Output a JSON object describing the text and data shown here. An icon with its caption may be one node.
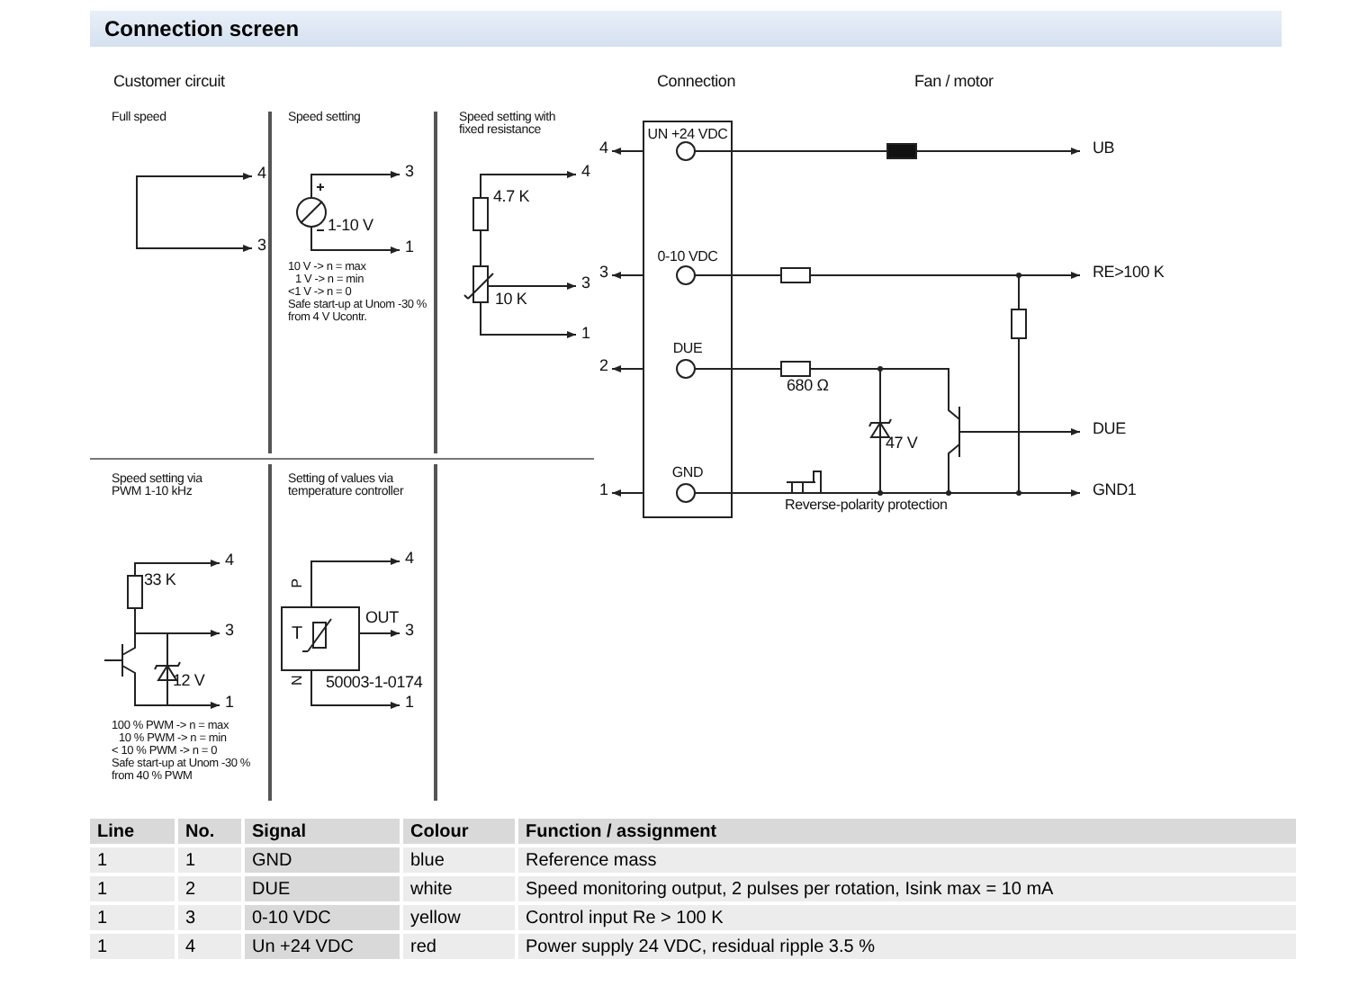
{
  "diagram": {
    "title": "Connection screen",
    "nodes": [
      {
        "text": [
          "UN +24 VDC",
          "0-10 VDC",
          "DUE",
          "GND"
        ]
      },
      {
        "text": [
          "T"
        ],
        "beside": [
          "P",
          "OUT",
          "N"
        ]
      }
    ],
    "labels": [
      "Customer circuit",
      "Full speed",
      "4",
      "3",
      "Speed setting",
      "3",
      "1-10 V",
      "1",
      "10 V -> n = max",
      "1 V -> n = min",
      "<1 V -> n = 0",
      "Safe start-up at Unom -30 % from 4 V Ucontr.",
      "Speed setting with fixed resistance",
      "4",
      "4.7 K",
      "3",
      "10 K",
      "1",
      "Speed setting via PWM 1-10 kHz",
      "4",
      "33 K",
      "3",
      "12 V",
      "1",
      "100 % PWM -> n = max",
      "10 % PWM -> n = min",
      "< 10 % PWM -> n = 0",
      "Safe start-up at Unom -30 % from 40 % PWM",
      "Setting of values via temperature controller",
      "4",
      "3",
      "50003-1-0174",
      "1",
      "Connection",
      "Fan / motor",
      "4",
      "UB",
      "3",
      "RE>100 K",
      "2",
      "680 Ω",
      "47 V",
      "DUE",
      "1",
      "GND1",
      "Reverse-polarity protection",
      "Line",
      "No.",
      "Signal",
      "Colour",
      "Function / assignment",
      "1",
      "1",
      "GND",
      "blue",
      "Reference mass",
      "1",
      "2",
      "DUE",
      "white",
      "Speed monitoring output, 2 pulses per rotation, Isink max = 10 mA",
      "1",
      "3",
      "0-10 VDC",
      "yellow",
      "Control input Re > 100 K",
      "1",
      "4",
      "Un +24 VDC",
      "red",
      "Power supply 24 VDC, residual ripple 3.5 %"
    ]
  }
}
